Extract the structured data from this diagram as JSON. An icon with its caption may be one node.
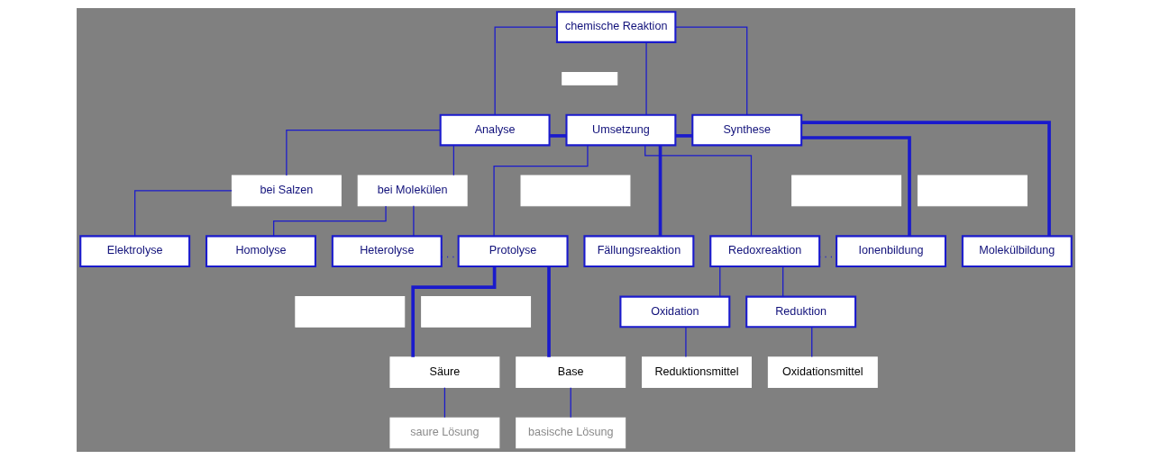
{
  "diagram": {
    "nodes": [
      {
        "text": [
          "chemische Reaktion"
        ]
      },
      {
        "text": [],
        "shape": "box"
      },
      {
        "text": [
          "Analyse"
        ]
      },
      {
        "text": [
          "Umsetzung"
        ]
      },
      {
        "text": [
          "Synthese"
        ]
      },
      {
        "text": [
          "bei Salzen"
        ]
      },
      {
        "text": [
          "bei Molekülen"
        ]
      },
      {
        "text": [],
        "shape": "box"
      },
      {
        "text": [],
        "shape": "box"
      },
      {
        "text": [],
        "shape": "box"
      },
      {
        "text": [
          "Elektrolyse"
        ]
      },
      {
        "text": [
          "Homolyse"
        ]
      },
      {
        "text": [
          "Heterolyse"
        ]
      },
      {
        "text": [
          "Protolyse"
        ]
      },
      {
        "text": [
          "Fällungsreaktion"
        ]
      },
      {
        "text": [
          "Redoxreaktion"
        ]
      },
      {
        "text": [
          "Ionenbildung"
        ]
      },
      {
        "text": [
          "Molekülbildung"
        ]
      },
      {
        "text": [],
        "shape": "box"
      },
      {
        "text": [],
        "shape": "box"
      },
      {
        "text": [
          "Oxidation"
        ]
      },
      {
        "text": [
          "Reduktion"
        ]
      },
      {
        "text": [
          "Säure"
        ]
      },
      {
        "text": [
          "Base"
        ]
      },
      {
        "text": [
          "Reduktionsmittel"
        ]
      },
      {
        "text": [
          "Oxidationsmittel"
        ]
      },
      {
        "text": [
          "saure Lösung"
        ]
      },
      {
        "text": [
          "basische Lösung"
        ]
      }
    ],
    "edges": [
      {
        "from": 0,
        "to": 2,
        "arrow": "none"
      },
      {
        "from": 0,
        "to": 3,
        "arrow": "none"
      },
      {
        "from": 0,
        "to": 4,
        "arrow": "none"
      },
      {
        "from": 2,
        "to": 3,
        "arrow": "none",
        "style": "thick"
      },
      {
        "from": 3,
        "to": 4,
        "arrow": "none",
        "style": "thick"
      },
      {
        "from": 2,
        "to": 5,
        "arrow": "none"
      },
      {
        "from": 2,
        "to": 6,
        "arrow": "none"
      },
      {
        "from": 5,
        "to": 10,
        "arrow": "none"
      },
      {
        "from": 6,
        "to": 11,
        "arrow": "none"
      },
      {
        "from": 6,
        "to": 12,
        "arrow": "none"
      },
      {
        "from": 12,
        "to": 13,
        "arrow": "none",
        "style": "dashed"
      },
      {
        "from": 3,
        "to": 13,
        "arrow": "none"
      },
      {
        "from": 3,
        "to": 14,
        "arrow": "none",
        "style": "thick"
      },
      {
        "from": 3,
        "to": 15,
        "arrow": "none"
      },
      {
        "from": 15,
        "to": 16,
        "arrow": "none",
        "style": "dashed"
      },
      {
        "from": 4,
        "to": 16,
        "arrow": "none",
        "style": "thick"
      },
      {
        "from": 4,
        "to": 17,
        "arrow": "none",
        "style": "thick"
      },
      {
        "from": 13,
        "to": 22,
        "arrow": "none",
        "style": "thick"
      },
      {
        "from": 13,
        "to": 23,
        "arrow": "none",
        "style": "thick"
      },
      {
        "from": 15,
        "to": 20,
        "arrow": "none"
      },
      {
        "from": 15,
        "to": 21,
        "arrow": "none"
      },
      {
        "from": 20,
        "to": 24,
        "arrow": "none"
      },
      {
        "from": 21,
        "to": 25,
        "arrow": "none"
      },
      {
        "from": 22,
        "to": 26,
        "arrow": "none"
      },
      {
        "from": 23,
        "to": 27,
        "arrow": "none"
      }
    ]
  }
}
